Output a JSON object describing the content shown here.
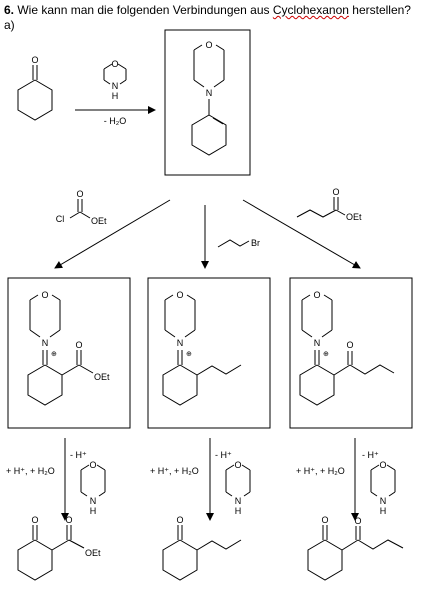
{
  "question": {
    "number": "6.",
    "text_before": " Wie kann man die folgenden Verbindungen aus ",
    "highlight": "Cyclohexanon",
    "text_after": " herstellen?",
    "part": "a)"
  },
  "atoms": {
    "O": "O",
    "N": "N",
    "NH_H": "H",
    "OEt": "OEt",
    "Cl": "Cl",
    "Br": "Br",
    "plus": "⊕"
  },
  "step1": {
    "condition": "- H₂O"
  },
  "reactions": [
    {
      "reagent": "ethyl chloroformate"
    },
    {
      "reagent": "1-bromopropane"
    },
    {
      "reagent": "ethyl butanoate"
    }
  ],
  "hydrolysis": {
    "minus_h": "- H⁺",
    "plus_h_water": "+ H⁺, + H₂O"
  }
}
